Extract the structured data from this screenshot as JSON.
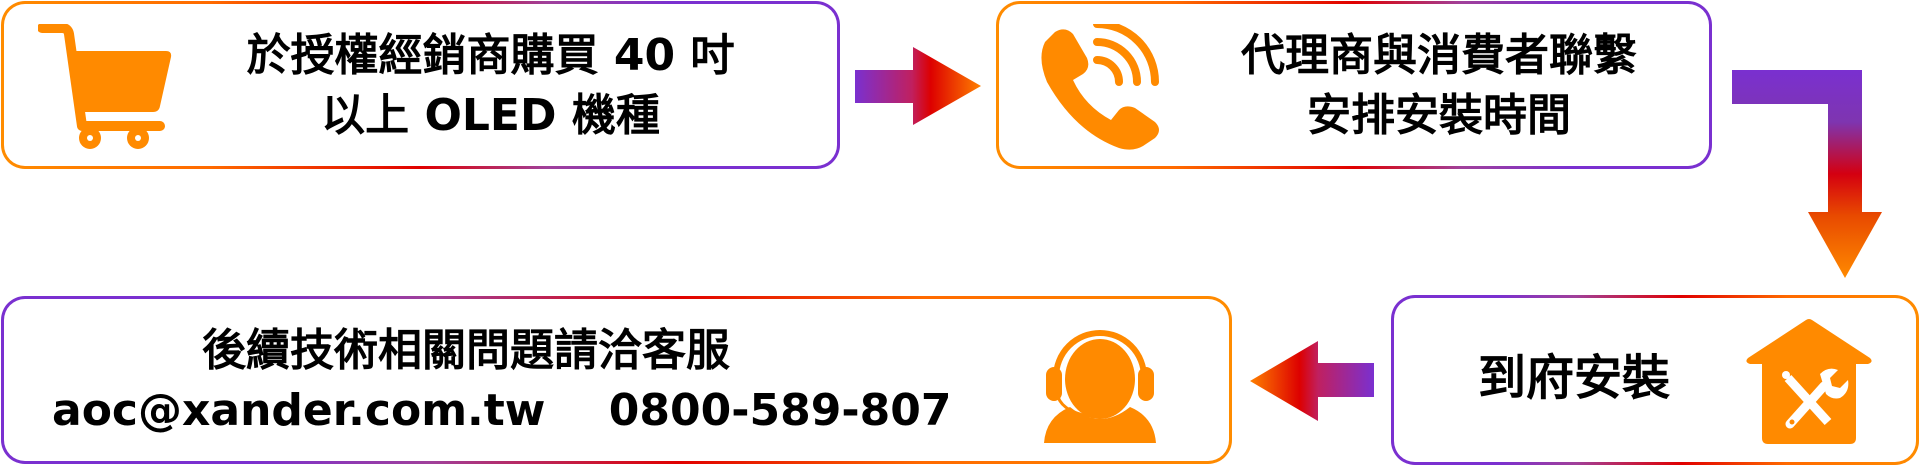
{
  "colors": {
    "accent_orange": "#FF8A00",
    "gradient_red": "#E00000",
    "gradient_purple": "#7A30D0",
    "text": "#000000"
  },
  "steps": [
    {
      "index": 1,
      "icon": "shopping-cart-icon",
      "lines": [
        "於授權經銷商購買 40 吋",
        "以上 OLED 機種"
      ]
    },
    {
      "index": 2,
      "icon": "phone-call-icon",
      "lines": [
        "代理商與消費者聯繫",
        "安排安裝時間"
      ]
    },
    {
      "index": 3,
      "icon": "house-tools-icon",
      "lines": [
        "到府安裝"
      ]
    },
    {
      "index": 4,
      "icon": "customer-service-headset-icon",
      "lines": [
        "後續技術相關問題請洽客服"
      ],
      "email": "aoc@xander.com.tw",
      "phone": "0800-589-807"
    }
  ],
  "arrows": [
    {
      "from": 1,
      "to": 2,
      "direction": "right"
    },
    {
      "from": 2,
      "to": 3,
      "direction": "right-then-down"
    },
    {
      "from": 3,
      "to": 4,
      "direction": "left"
    }
  ]
}
